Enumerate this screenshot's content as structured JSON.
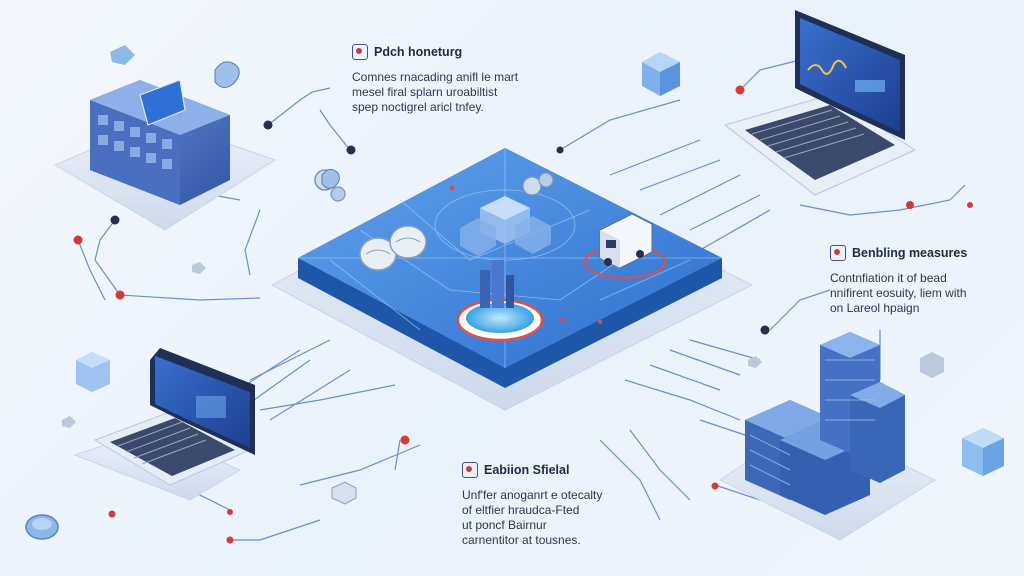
{
  "callouts": {
    "top": {
      "title": "Pdch honeturg",
      "lines": [
        "Comnes rnacading anifl le mart",
        "mesel firal splarn uroabiltist",
        "spep noctigrel aricl tnfey."
      ]
    },
    "right": {
      "title": "Benbling measures",
      "lines": [
        "Contnfiation it of bead",
        "nnifirent eosuity, liem with",
        "on Lareol hpaign"
      ]
    },
    "bottom": {
      "title": "Eabiion Sfielal",
      "lines": [
        "Unf'fer anoganrt e otecalty",
        "of eltfier hraudca-Fted",
        "ut poncf Bairnur",
        "carnentitor at tousnes."
      ]
    }
  },
  "icons": [
    "server-building-icon",
    "laptop-icon",
    "laptop-icon",
    "data-server-stack-icon",
    "delivery-truck-icon",
    "globe-hologram-icon",
    "cloud-icon",
    "gear-coin-icon",
    "cube-icon"
  ],
  "colors": {
    "accent": "#2f6fd6",
    "platform": "#3f86db",
    "platform_dark": "#1e56a8",
    "line": "#6d8fc6",
    "node_red": "#d43a3a",
    "node_dark": "#2a2e4a"
  }
}
